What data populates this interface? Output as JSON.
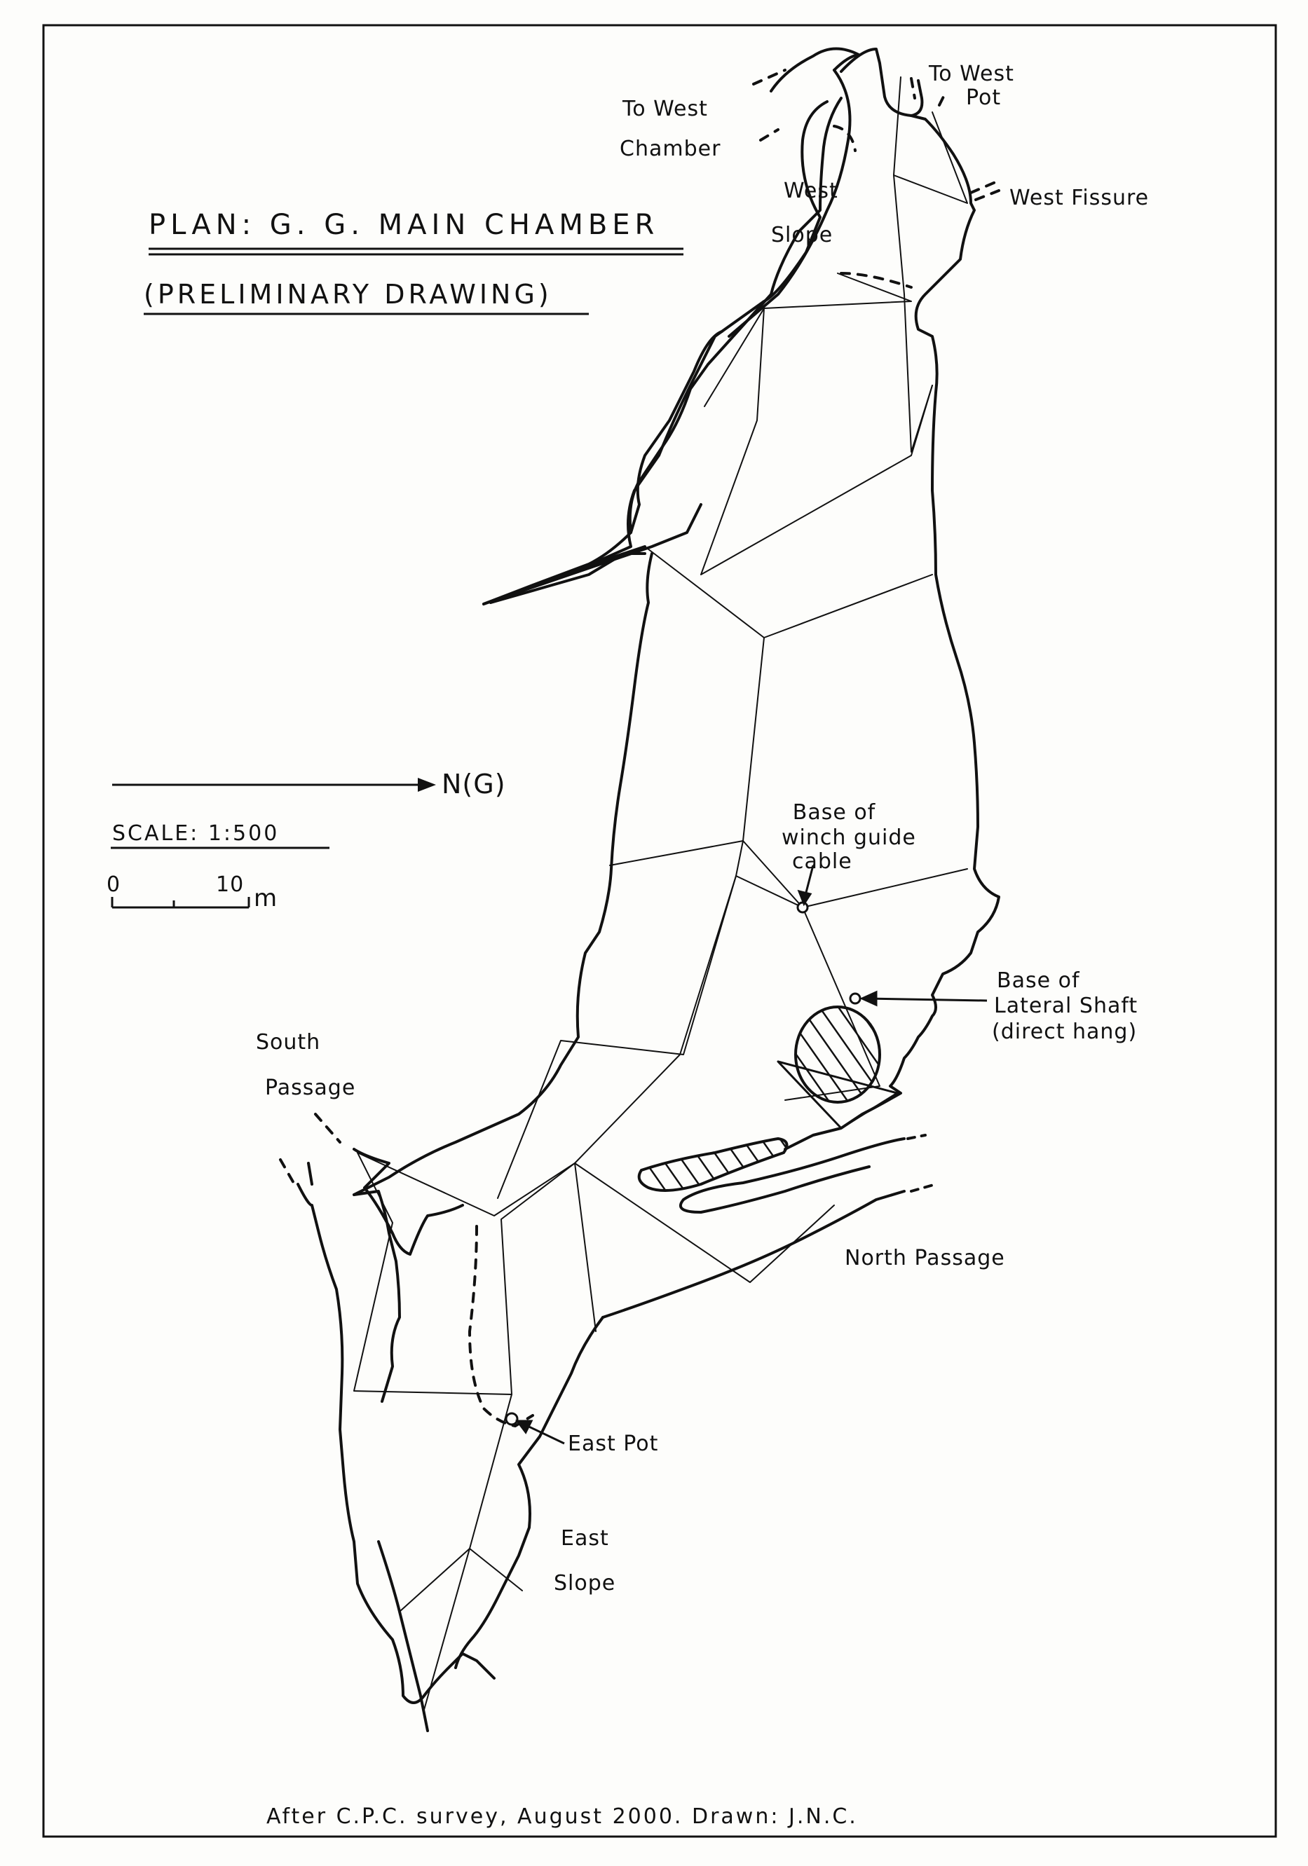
{
  "title_line1": "PLAN:  G. G.  MAIN  CHAMBER",
  "title_line2": "(PRELIMINARY  DRAWING)",
  "north_label": "N(G)",
  "scale": {
    "label": "SCALE:  1:500",
    "zero": "0",
    "ten": "10",
    "unit": "m"
  },
  "labels": {
    "to_west_chamber_1": "To West",
    "to_west_chamber_2": "Chamber",
    "to_west_pot_1": "To West",
    "to_west_pot_2": "Pot",
    "west_fissure": "West Fissure",
    "west_slope_1": "West",
    "west_slope_2": "Slope",
    "winch_1": "Base of",
    "winch_2": "winch guide",
    "winch_3": "cable",
    "lateral_1": "Base of",
    "lateral_2": "Lateral Shaft",
    "lateral_3": "(direct hang)",
    "south_passage_1": "South",
    "south_passage_2": "Passage",
    "north_passage": "North Passage",
    "east_pot": "East  Pot",
    "east_slope_1": "East",
    "east_slope_2": "Slope"
  },
  "footer": "After  C.P.C.  survey,  August 2000.   Drawn:  J.N.C."
}
